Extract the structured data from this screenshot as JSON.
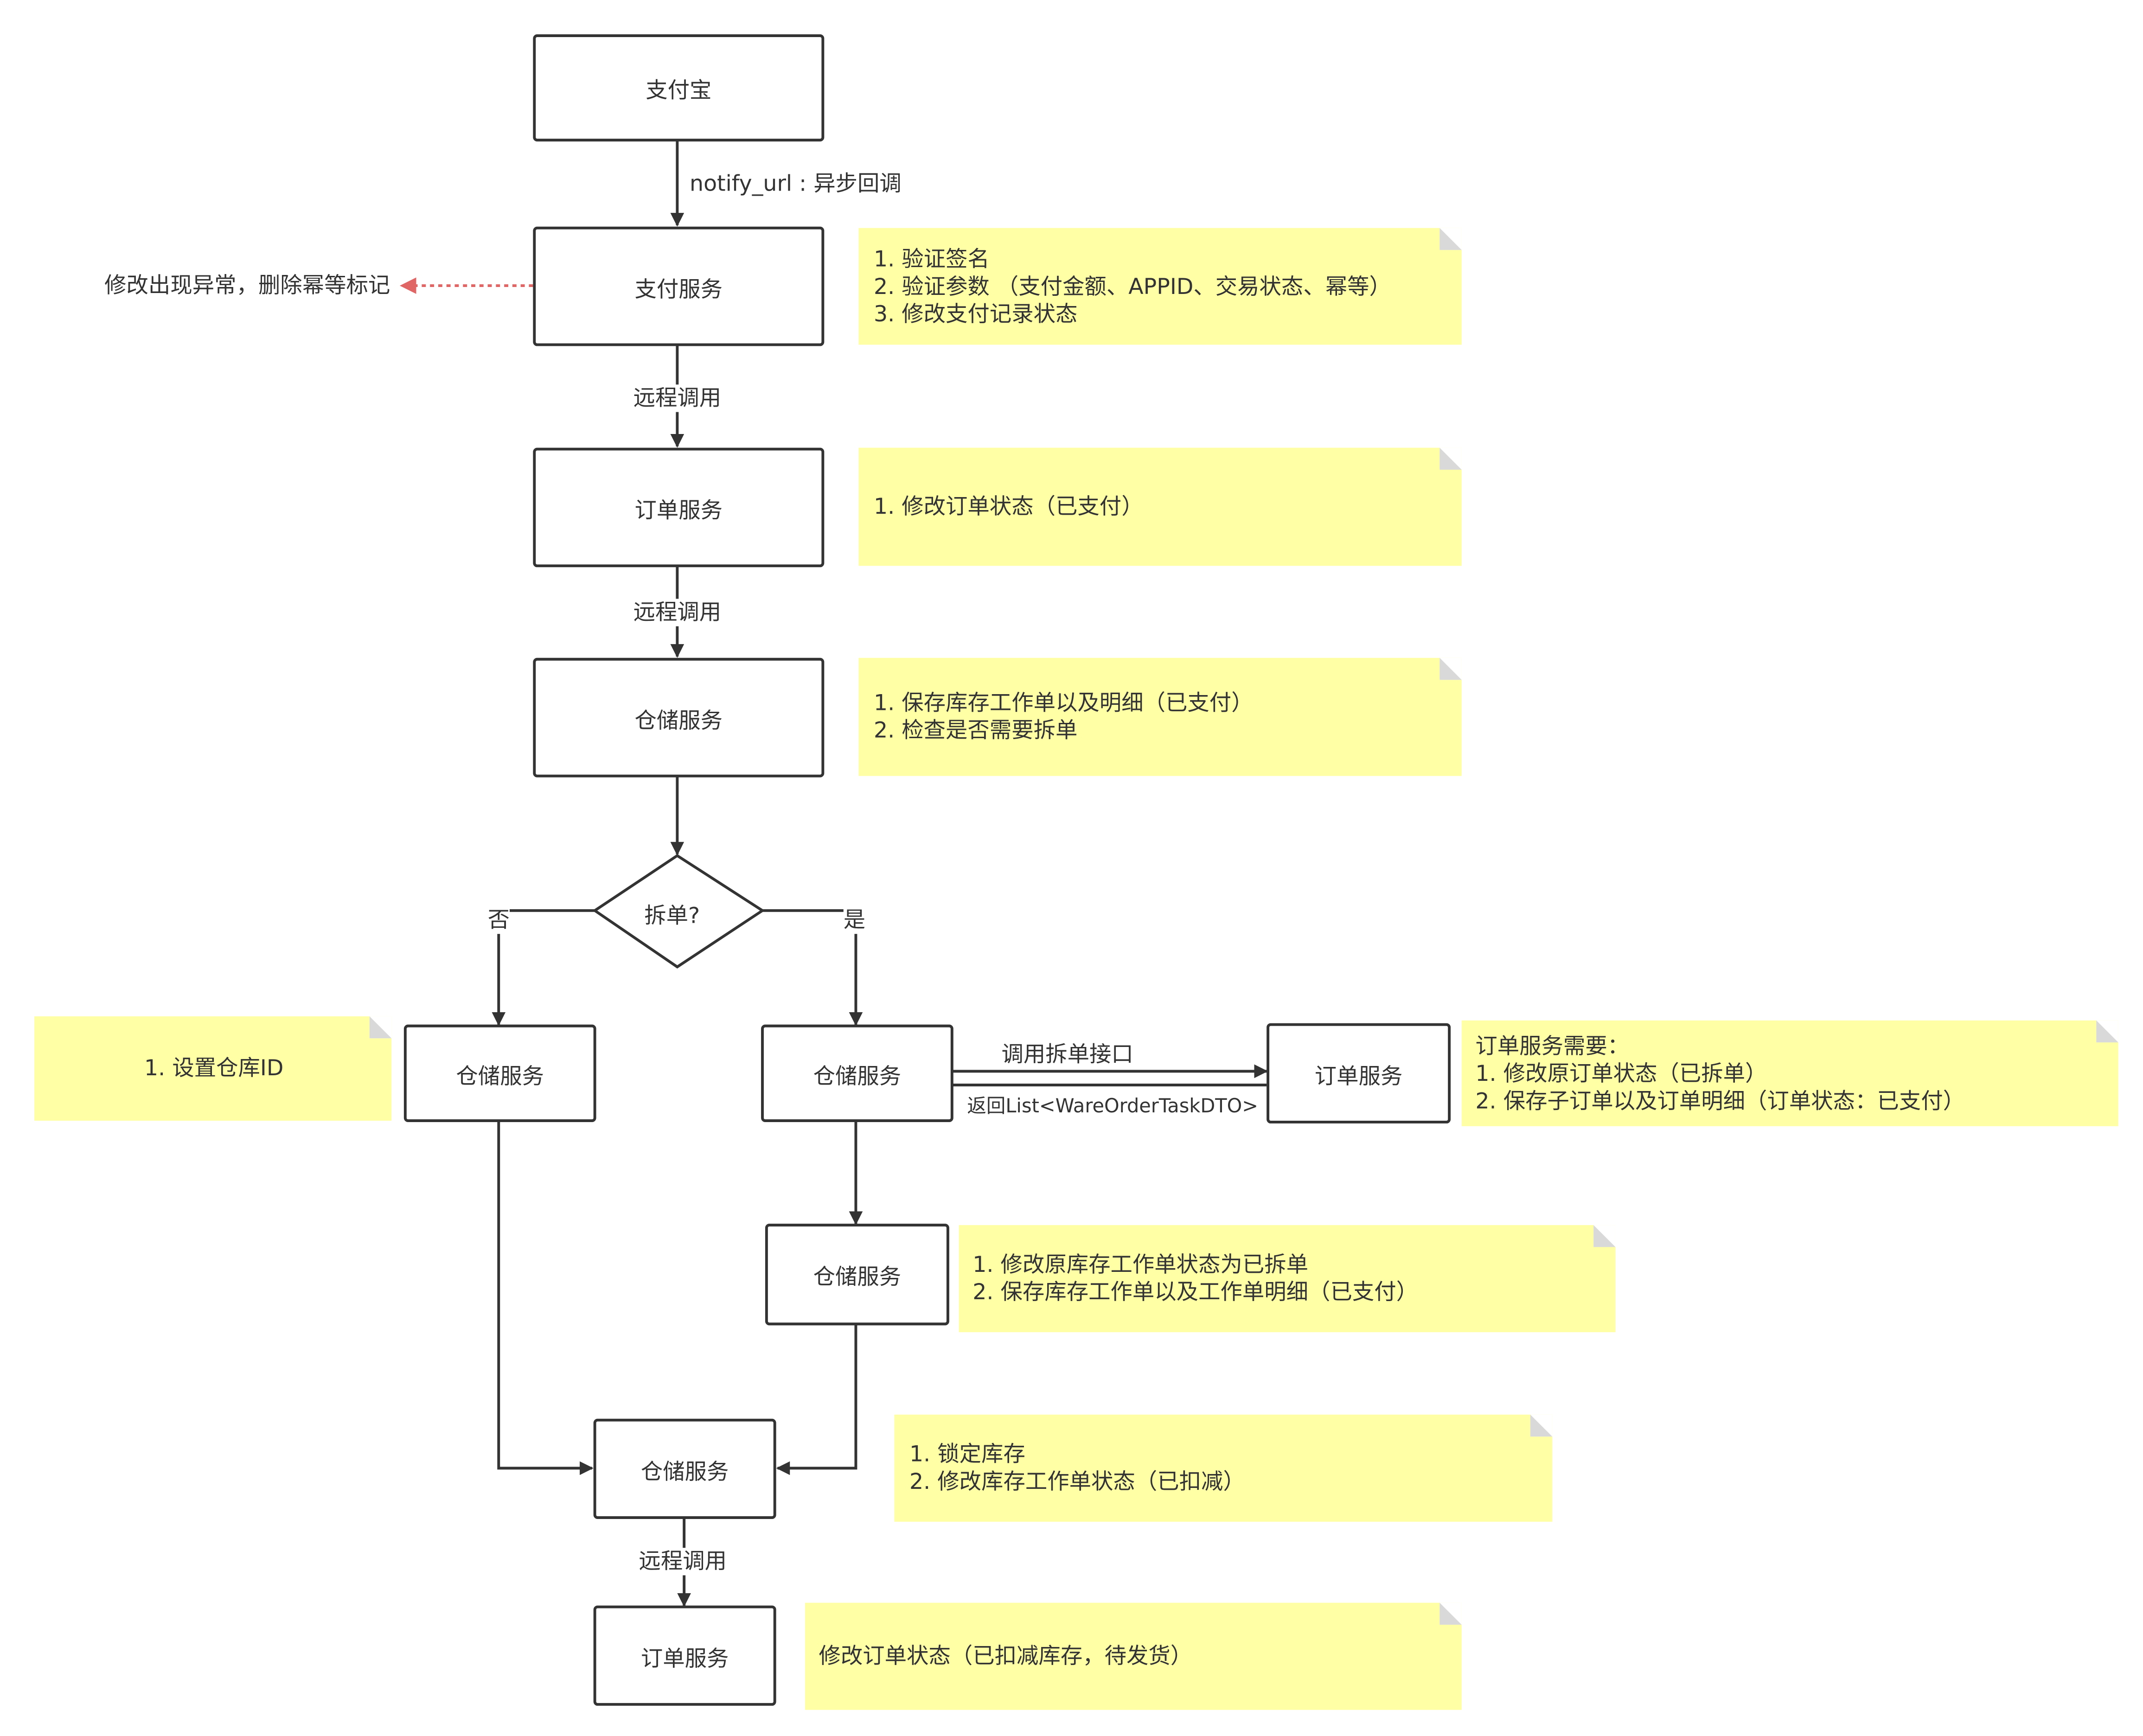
{
  "nodes": {
    "alipay": "支付宝",
    "pay_service": "支付服务",
    "order_service_1": "订单服务",
    "ware_service_1": "仓储服务",
    "decision": "拆单?",
    "ware_no_split": "仓储服务",
    "ware_split": "仓储服务",
    "order_service_split": "订单服务",
    "ware_split_2": "仓储服务",
    "ware_lock": "仓储服务",
    "order_service_final": "订单服务"
  },
  "edge_labels": {
    "notify": "notify_url : 异步回调",
    "remote_1": "远程调用",
    "remote_2": "远程调用",
    "no": "否",
    "yes": "是",
    "call_split": "调用拆单接口",
    "return_list": "返回List<WareOrderTaskDTO>",
    "remote_3": "远程调用",
    "error_note": "修改出现异常，删除幂等标记"
  },
  "notes": {
    "pay": [
      "1. 验证签名",
      "2. 验证参数  （支付金额、APPID、交易状态、幂等）",
      "3. 修改支付记录状态"
    ],
    "order": [
      "1. 修改订单状态（已支付）"
    ],
    "ware": [
      "1. 保存库存工作单以及明细（已支付）",
      "2. 检查是否需要拆单"
    ],
    "no_split": [
      "1. 设置仓库ID"
    ],
    "order_split": [
      "订单服务需要：",
      "1. 修改原订单状态（已拆单）",
      "2. 保存子订单以及订单明细（订单状态：已支付）"
    ],
    "ware_split_2": [
      "1. 修改原库存工作单状态为已拆单",
      "2. 保存库存工作单以及工作单明细（已支付）"
    ],
    "ware_lock": [
      "1. 锁定库存",
      "2. 修改库存工作单状态（已扣减）"
    ],
    "final": [
      "修改订单状态（已扣减库存，待发货）"
    ]
  },
  "colors": {
    "stroke": "#333333",
    "note_fill": "#ffffa6",
    "error_arrow": "#e06666"
  }
}
